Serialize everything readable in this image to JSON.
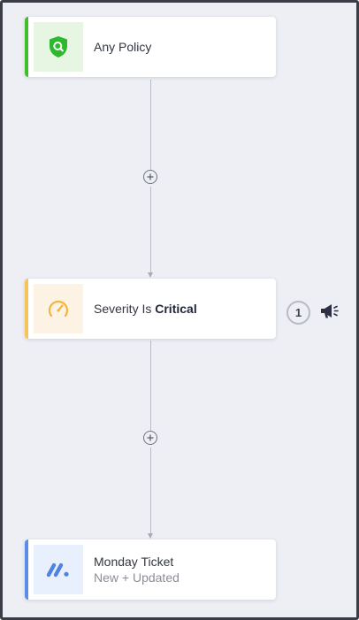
{
  "workflow": {
    "nodes": [
      {
        "title": "Any Policy",
        "icon": "shield-search-icon",
        "accent_color": "#3fbf2a",
        "tile_color": "#e6f6e3"
      },
      {
        "title_prefix": "Severity Is",
        "title_value": "Critical",
        "icon": "speedometer-icon",
        "accent_color": "#f7c45a",
        "tile_color": "#fdf3e4"
      },
      {
        "title": "Monday Ticket",
        "subtitle": "New + Updated",
        "icon": "monday-logo-icon",
        "accent_color": "#5b8de8",
        "tile_color": "#e9f0fd"
      }
    ],
    "add_step_buttons": [
      "add-step",
      "add-step"
    ],
    "notification": {
      "count": "1",
      "icon": "megaphone-icon"
    }
  }
}
